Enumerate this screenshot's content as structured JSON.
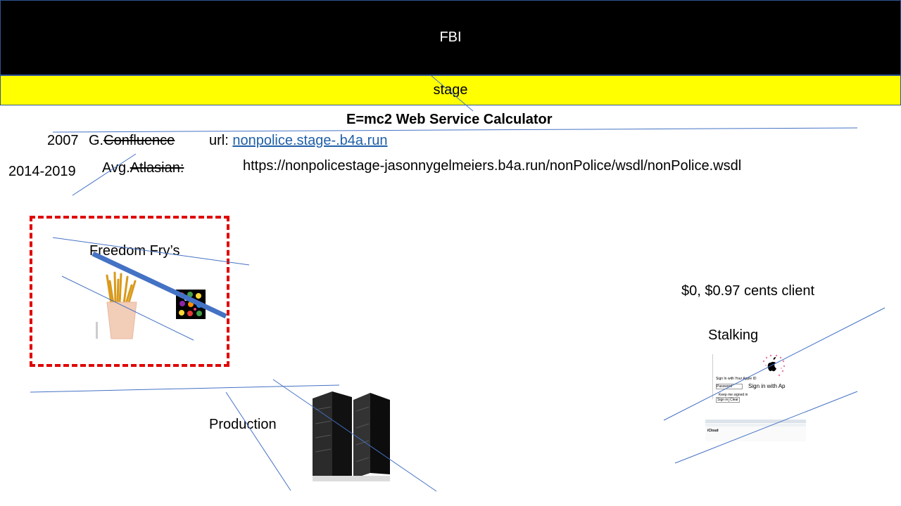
{
  "header": {
    "title": "FBI",
    "subtitle": "stage"
  },
  "main": {
    "heading": "E=mc2 Web Service Calculator",
    "row1": {
      "year": "2007",
      "prefix": "G.",
      "tool_struck": "Confluence",
      "url_label": "url:",
      "url_link": "nonpolice.stage-.b4a.run"
    },
    "row2": {
      "years": "2014-2019",
      "prefix": "Avg.",
      "tool_struck": "Atlasian:",
      "wsdl_url": "https://nonpolicestage-jasonnygelmeiers.b4a.run/nonPolice/wsdl/nonPolice.wsdl"
    },
    "fries": {
      "label": "Freedom Fry’s"
    },
    "production": {
      "label": "Production"
    },
    "client": {
      "price_text": "$0, $0.97 cents client",
      "stalking_label": "Stalking"
    },
    "signin": {
      "title": "Sign In with Your Apple ID",
      "apple_text": "Sign in with Ap",
      "password": "Password",
      "keep": "Keep me signed in",
      "sign_in_btn": "Sign in",
      "clear_btn": "Clear",
      "icloud": "iCloud"
    }
  },
  "colors": {
    "line": "#4472c4",
    "dashed_box": "#e00000",
    "header_bg": "#000000",
    "stage_bg": "#ffff00"
  },
  "icons": [
    "fries-icon",
    "candy-icon",
    "server-icon",
    "apple-icon"
  ]
}
